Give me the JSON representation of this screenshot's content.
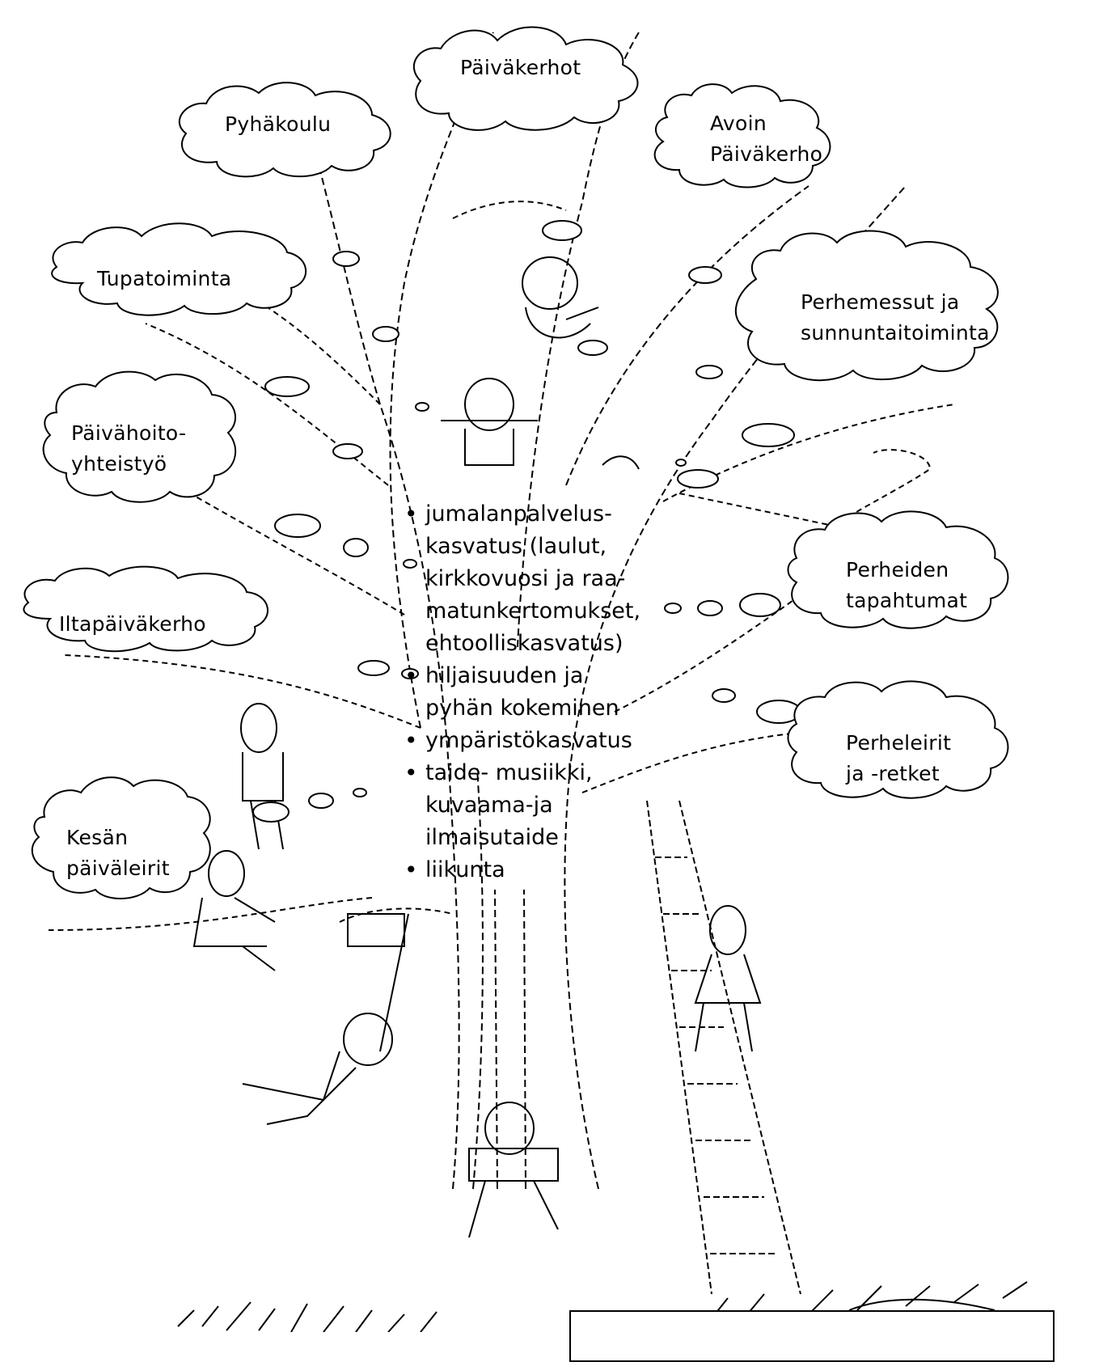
{
  "clouds": [
    {
      "id": "paivakerhot",
      "lines": [
        "Päiväkerhot"
      ]
    },
    {
      "id": "pyhakoulu",
      "lines": [
        "Pyhäkoulu"
      ]
    },
    {
      "id": "avoin",
      "lines": [
        "Avoin",
        "Päiväkerho"
      ]
    },
    {
      "id": "tupatoiminta",
      "lines": [
        "Tupatoiminta"
      ]
    },
    {
      "id": "perhemessut",
      "lines": [
        "Perhemessut ja",
        "sunnuntaitoiminta"
      ]
    },
    {
      "id": "paivahoito",
      "lines": [
        "Päivähoito-",
        "yhteistyö"
      ]
    },
    {
      "id": "perheiden",
      "lines": [
        "Perheiden",
        "tapahtumat"
      ]
    },
    {
      "id": "iltapaivakerho",
      "lines": [
        "Iltapäiväkerho"
      ]
    },
    {
      "id": "perheleirit",
      "lines": [
        "Perheleirit",
        "ja -retket"
      ]
    },
    {
      "id": "kesan",
      "lines": [
        "Kesän",
        "päiväleirit"
      ]
    }
  ],
  "center_list": [
    {
      "lines": [
        "jumalanpalvelus-",
        "kasvatus (laulut,",
        "kirkkovuosi ja raa-",
        "matunkertomukset,",
        "ehtoolliskasvatus)"
      ]
    },
    {
      "lines": [
        "hiljaisuuden ja",
        "pyhän kokeminen"
      ]
    },
    {
      "lines": [
        "ympäristökasvatus"
      ]
    },
    {
      "lines": [
        "taide- musiikki,",
        "kuvaama-ja",
        "ilmaisutaide"
      ]
    },
    {
      "lines": [
        "liikunta"
      ]
    }
  ]
}
